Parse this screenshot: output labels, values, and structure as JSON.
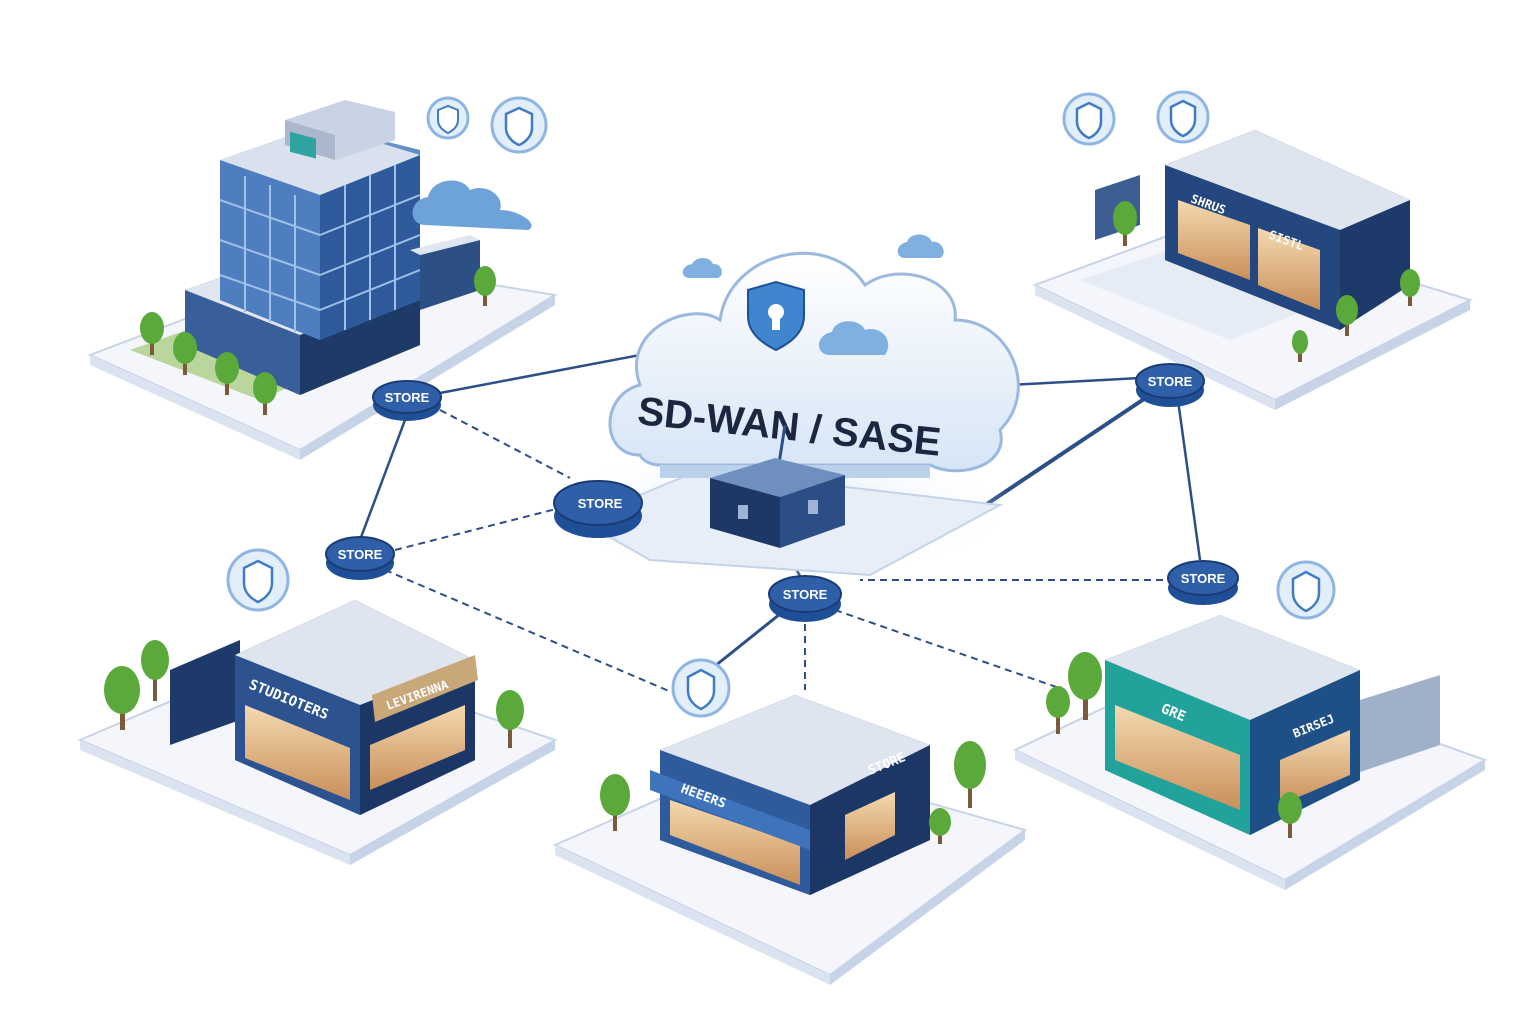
{
  "diagram": {
    "title": "SD-WAN / SASE",
    "node_label": "STORE",
    "signs": {
      "store_front_left": "STUDIOTERS",
      "store_side_left": "LEVIRENNA",
      "store_front_center": "HEEERS",
      "store_side_center": "STORE",
      "store_front_right": "GRE",
      "store_side_right": "BIRSEJ",
      "shop_front_top_right": "SHRUS",
      "shop_side_top_right": "SISTL"
    }
  },
  "colors": {
    "accent": "#1f4f96",
    "node_fill": "#2e5fa8",
    "cloud_fill": "#eaf2fb",
    "teal_store": "#1f9c95",
    "tree_green": "#5aa93a"
  },
  "icons": [
    "shield-icon",
    "cloud-icon",
    "tree-icon",
    "router-node-icon",
    "server-box-icon"
  ]
}
